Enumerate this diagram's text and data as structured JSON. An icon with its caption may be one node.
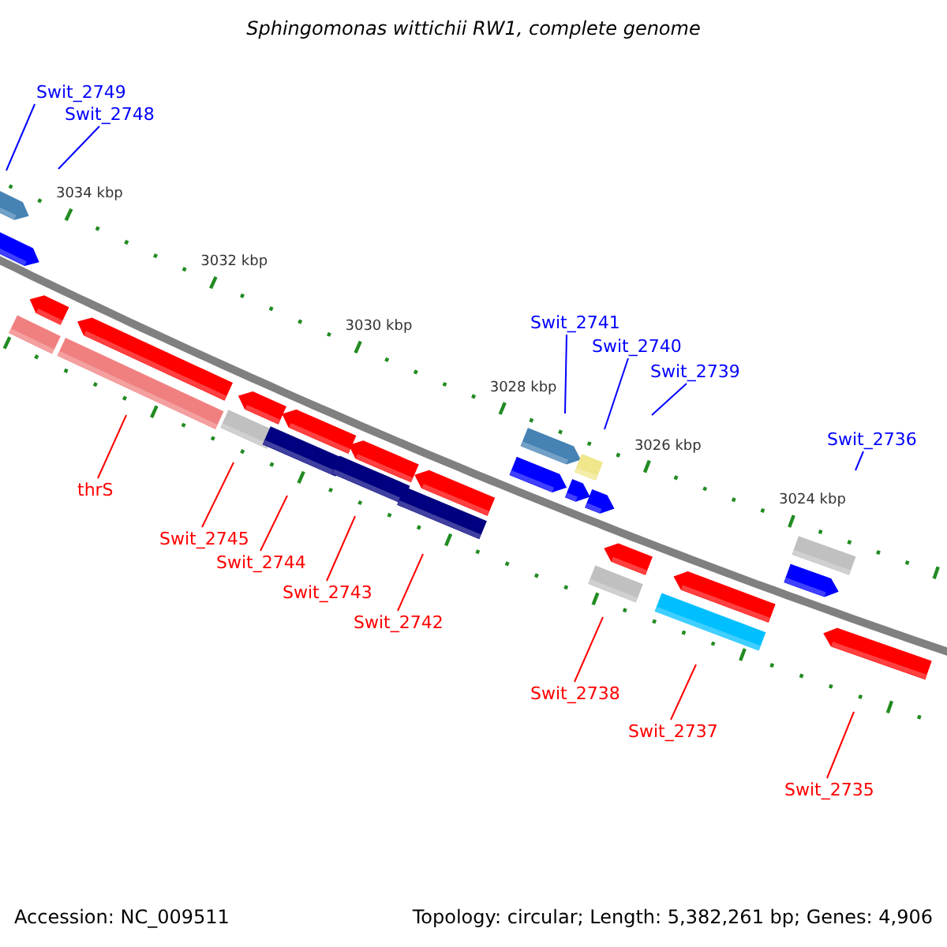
{
  "diagram": {
    "title": "Sphingomonas wittichii RW1, complete genome",
    "nodes": [
      {
        "text": [
          "Swit_2749"
        ]
      },
      {
        "text": [
          "Swit_2748"
        ]
      },
      {
        "text": [
          "Swit_2741"
        ]
      },
      {
        "text": [
          "Swit_2740"
        ]
      },
      {
        "text": [
          "Swit_2739"
        ]
      },
      {
        "text": [
          "Swit_2736"
        ]
      },
      {
        "text": [
          "thrS"
        ]
      },
      {
        "text": [
          "Swit_2745"
        ]
      },
      {
        "text": [
          "Swit_2744"
        ]
      },
      {
        "text": [
          "Swit_2743"
        ]
      },
      {
        "text": [
          "Swit_2742"
        ]
      },
      {
        "text": [
          "Swit_2738"
        ]
      },
      {
        "text": [
          "Swit_2737"
        ]
      },
      {
        "text": [
          "Swit_2735"
        ]
      }
    ],
    "edges": [
      {
        "from": 0,
        "to": null,
        "arrow": "none",
        "color": "#0000ff"
      },
      {
        "from": 1,
        "to": null,
        "arrow": "none",
        "color": "#0000ff"
      },
      {
        "from": 2,
        "to": null,
        "arrow": "none",
        "color": "#0000ff"
      },
      {
        "from": 3,
        "to": null,
        "arrow": "none",
        "color": "#0000ff"
      },
      {
        "from": 4,
        "to": null,
        "arrow": "none",
        "color": "#0000ff"
      },
      {
        "from": 5,
        "to": null,
        "arrow": "none",
        "color": "#0000ff"
      },
      {
        "from": 6,
        "to": null,
        "arrow": "none"
      },
      {
        "from": 7,
        "to": null,
        "arrow": "none"
      },
      {
        "from": 8,
        "to": null,
        "arrow": "none"
      },
      {
        "from": 9,
        "to": null,
        "arrow": "none"
      },
      {
        "from": 10,
        "to": null,
        "arrow": "none"
      },
      {
        "from": 11,
        "to": null,
        "arrow": "none"
      },
      {
        "from": 12,
        "to": null,
        "arrow": "none"
      },
      {
        "from": 13,
        "to": null,
        "arrow": "none"
      }
    ],
    "labels": [
      "3034 kbp",
      "3032 kbp",
      "3030 kbp",
      "3028 kbp",
      "3026 kbp",
      "3024 kbp",
      "Accession: NC_009511",
      "Topology: circular; Length: 5,382,261 bp; Genes: 4,906"
    ]
  }
}
